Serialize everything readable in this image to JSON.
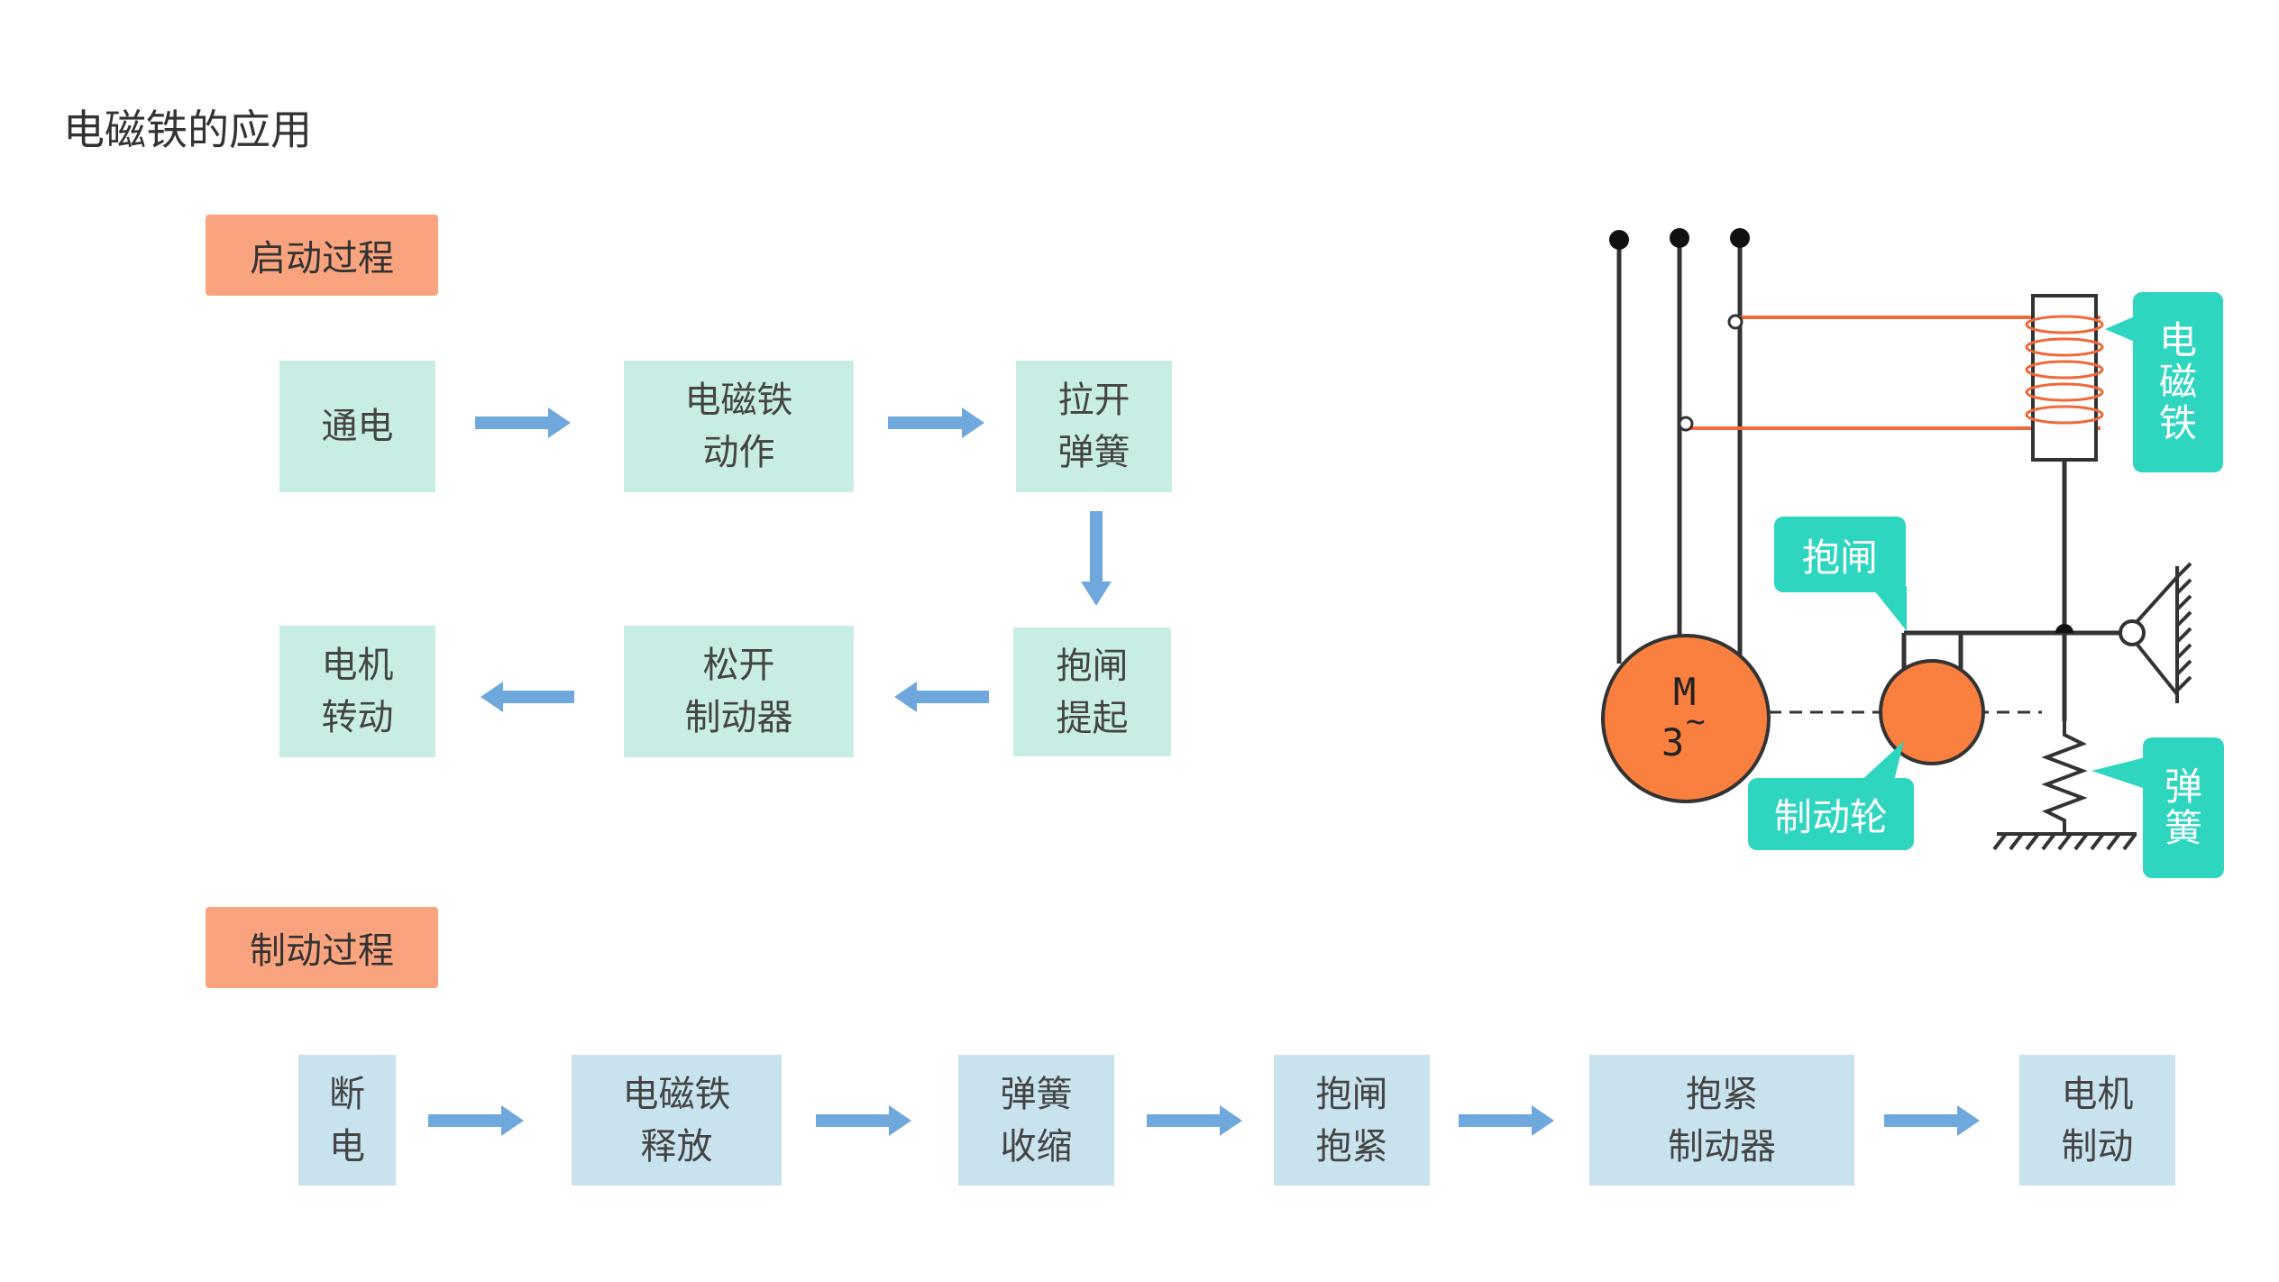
{
  "title": "电磁铁的应用",
  "start_section": {
    "label": "启动过程",
    "steps": [
      {
        "line1": "通电",
        "line2": ""
      },
      {
        "line1": "电磁铁",
        "line2": "动作"
      },
      {
        "line1": "拉开",
        "line2": "弹簧"
      },
      {
        "line1": "抱闸",
        "line2": "提起"
      },
      {
        "line1": "松开",
        "line2": "制动器"
      },
      {
        "line1": "电机",
        "line2": "转动"
      }
    ]
  },
  "brake_section": {
    "label": "制动过程",
    "steps": [
      {
        "line1": "断",
        "line2": "电"
      },
      {
        "line1": "电磁铁",
        "line2": "释放"
      },
      {
        "line1": "弹簧",
        "line2": "收缩"
      },
      {
        "line1": "抱闸",
        "line2": "抱紧"
      },
      {
        "line1": "抱紧",
        "line2": "制动器"
      },
      {
        "line1": "电机",
        "line2": "制动"
      }
    ]
  },
  "diagram": {
    "motor_label_top": "M",
    "motor_label_bottom": "3",
    "motor_tilde": "~",
    "callouts": {
      "electromagnet": [
        "电",
        "磁",
        "铁"
      ],
      "brake_shoe": "抱闸",
      "brake_wheel": "制动轮",
      "spring": [
        "弹",
        "簧"
      ]
    }
  },
  "colors": {
    "badge": "#f9a47e",
    "start_step_bg": "#c8ede4",
    "brake_step_bg": "#c8e2ee",
    "arrow": "#6fa8dc",
    "callout": "#2ed6c0",
    "motor": "#f9803e",
    "coil": "#ef6a3a"
  }
}
